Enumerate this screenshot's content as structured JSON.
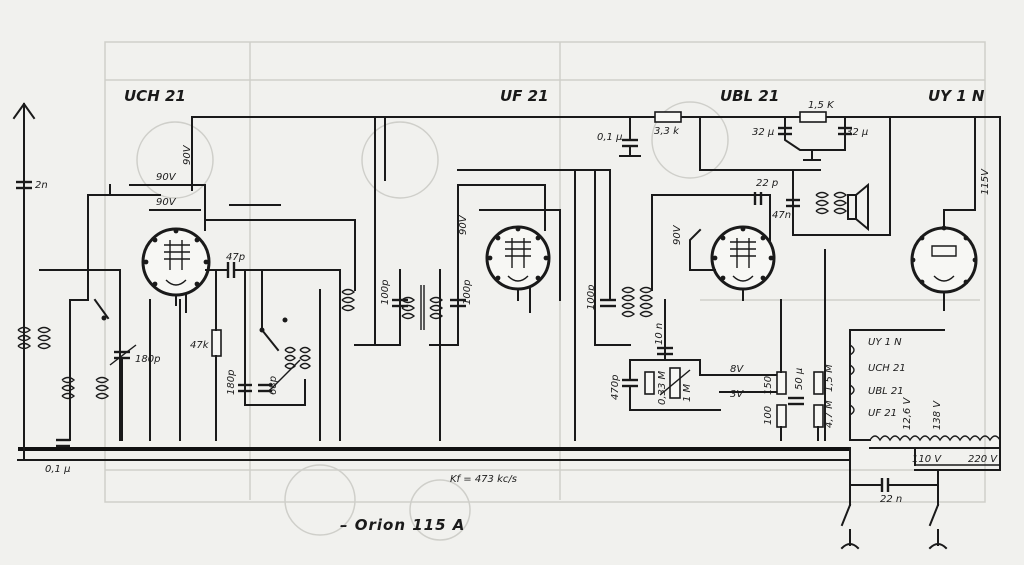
{
  "tubes": {
    "uch21": "UCH 21",
    "uf21": "UF 21",
    "ubl21": "UBL 21",
    "uy1n": "UY 1 N"
  },
  "values": {
    "c_antenna": "2n",
    "c_ground": "0,1 µ",
    "volt_90_a": "90V",
    "volt_90_b": "90V",
    "volt_90_c": "90V",
    "volt_90_d": "90V",
    "volt_90_e": "90V",
    "c_47p": "47p",
    "r_47k": "47k",
    "c_180p_tune": "180p",
    "c_180p": "180p",
    "c_68p": "68p",
    "c_100p_a": "100p",
    "c_100p_b": "100p",
    "c_100p_c": "100p",
    "c_01u": "0,1 µ",
    "r_33k": "3,3 k",
    "r_15k": "1,5 K",
    "c_32u_a": "32 µ",
    "c_32u_b": "32 µ",
    "c_22p": "22 p",
    "c_47n": "47n",
    "c_10n": "10 n",
    "c_470p": "470p",
    "r_033m": "0,33 M",
    "pot_1m": "1 M",
    "volt_8v": "8V",
    "volt_3v": "3V",
    "r_150": "150",
    "c_50u": "50 µ",
    "r_15m": "1,5 M",
    "r_100": "100",
    "r_47m": "4,7 M",
    "volt_115v": "115V",
    "heater_1": "UY 1 N",
    "heater_2": "UCH 21",
    "heater_3": "UBL 21",
    "heater_4": "UF 21",
    "volt_126v": "12,6 V",
    "volt_138v": "138 V",
    "volt_110v": "110 V",
    "volt_220v": "220 V",
    "c_22n": "22 n",
    "if_freq": "Kf = 473 kc/s"
  },
  "caption": "– Orion 115 A"
}
